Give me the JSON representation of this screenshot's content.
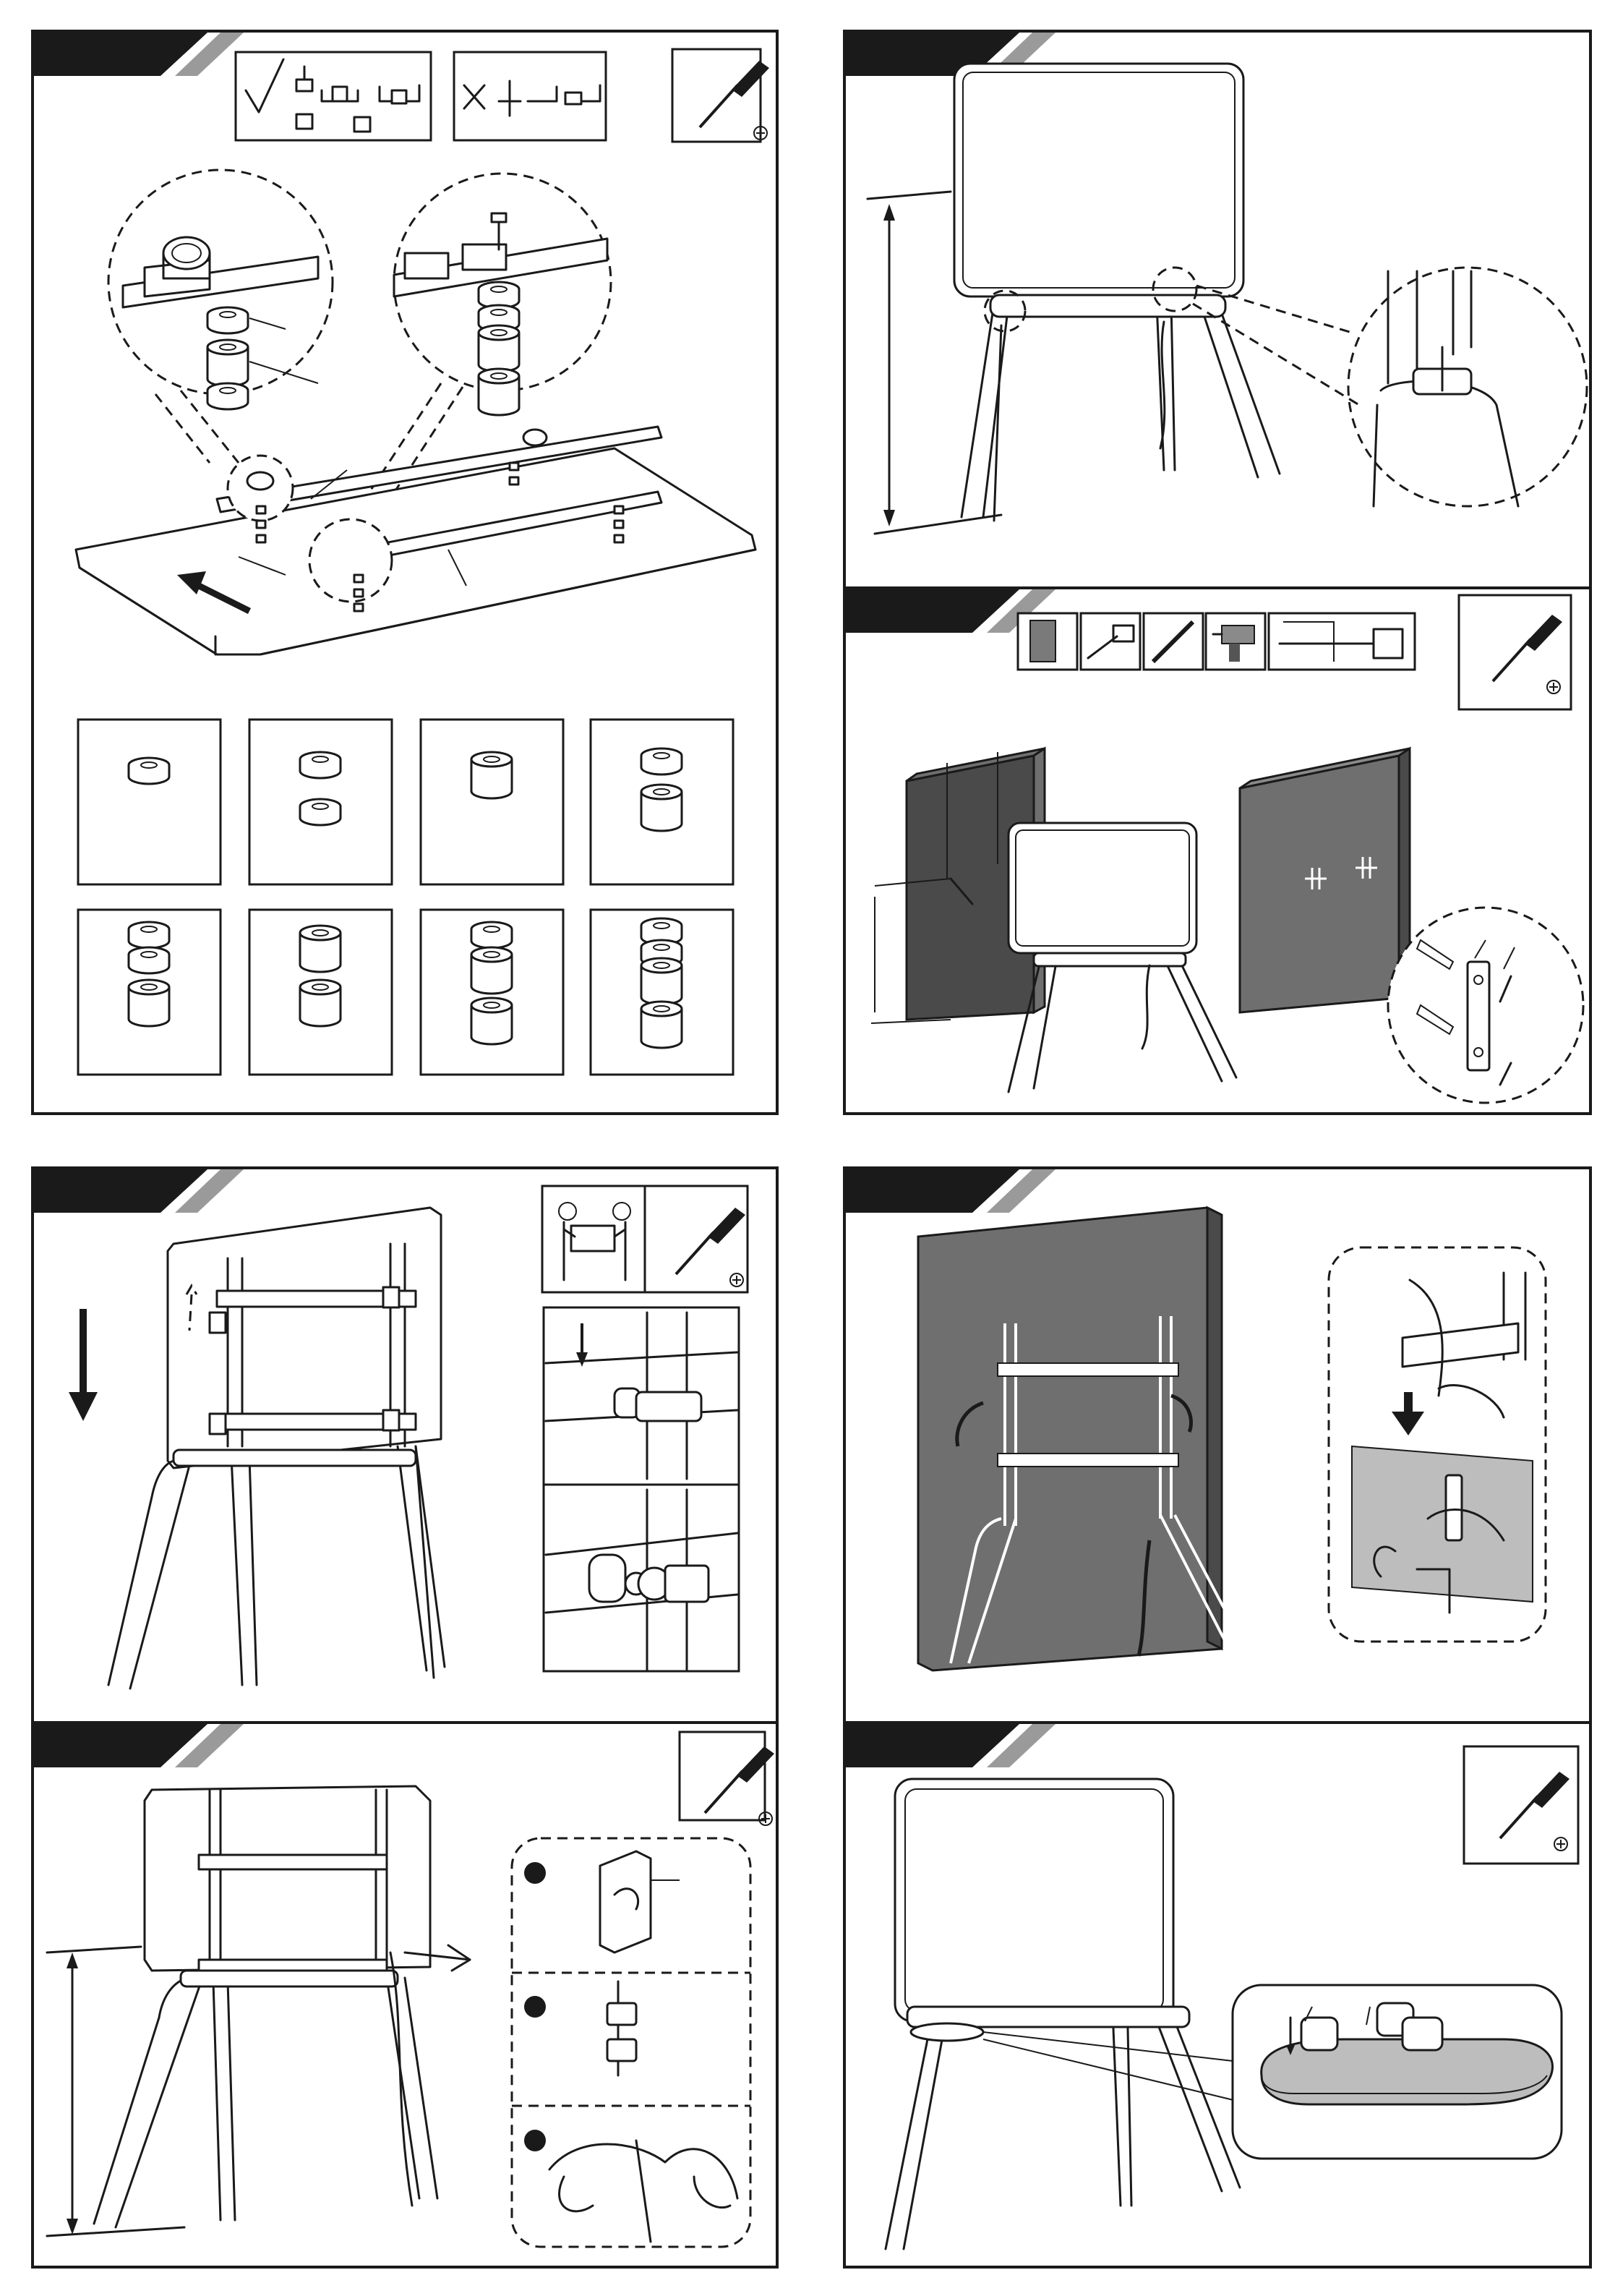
{
  "document": {
    "type": "assembly-instruction-sheet",
    "panels": [
      {
        "id": "panel-1",
        "title_text": "",
        "icons": [
          "check-mark-icon",
          "cross-mark-icon",
          "screwdriver-icon"
        ],
        "illustration": "mounting-rails-and-spacers"
      },
      {
        "id": "panel-2",
        "title_text": "",
        "icons": [],
        "illustration": "height-adjustment"
      },
      {
        "id": "panel-3",
        "title_text": "",
        "icons": [
          "wall-icon",
          "tape-measure-icon",
          "pencil-icon",
          "drill-icon",
          "masonry-bit-icon",
          "screwdriver-icon"
        ],
        "illustration": "wall-fixing"
      },
      {
        "id": "panel-4",
        "title_text": "",
        "icons": [
          "two-person-lift-icon",
          "screwdriver-icon"
        ],
        "illustration": "hang-tv-on-stand"
      },
      {
        "id": "panel-5",
        "title_text": "",
        "icons": [],
        "illustration": "wall-strap-fixing"
      },
      {
        "id": "panel-6",
        "title_text": "",
        "icons": [
          "screwdriver-icon"
        ],
        "illustration": "cable-management",
        "steps": [
          "",
          "",
          ""
        ]
      },
      {
        "id": "panel-7",
        "title_text": "",
        "icons": [
          "screwdriver-icon"
        ],
        "illustration": "tray-mounting"
      }
    ],
    "spacer_combinations": 8
  }
}
